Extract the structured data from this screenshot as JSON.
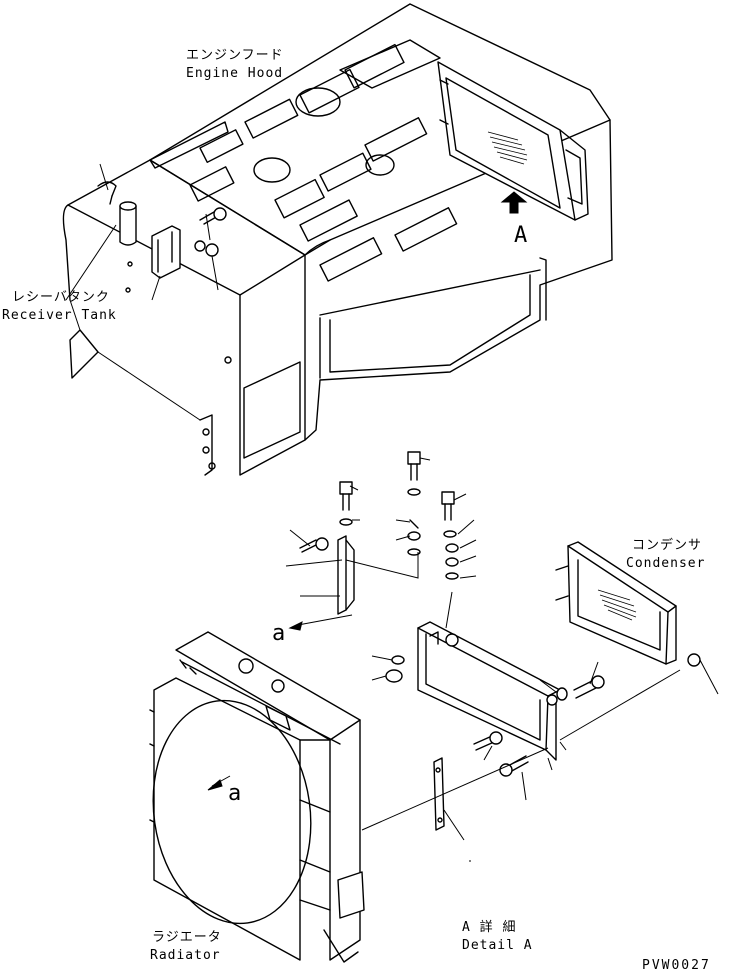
{
  "labels": {
    "engine_hood_jp": "エンジンフード",
    "engine_hood_en": "Engine Hood",
    "receiver_tank_jp": "レシーバタンク",
    "receiver_tank_en": "Receiver Tank",
    "condenser_jp": "コンデンサ",
    "condenser_en": "Condenser",
    "radiator_jp": "ラジエータ",
    "radiator_en": "Radiator",
    "detail_jp": "A 詳 細",
    "detail_en": "Detail A",
    "view_a": "A",
    "ref_a_pointer": "a",
    "ref_a_radiator": "a",
    "drawing_code": "PVW0027"
  }
}
